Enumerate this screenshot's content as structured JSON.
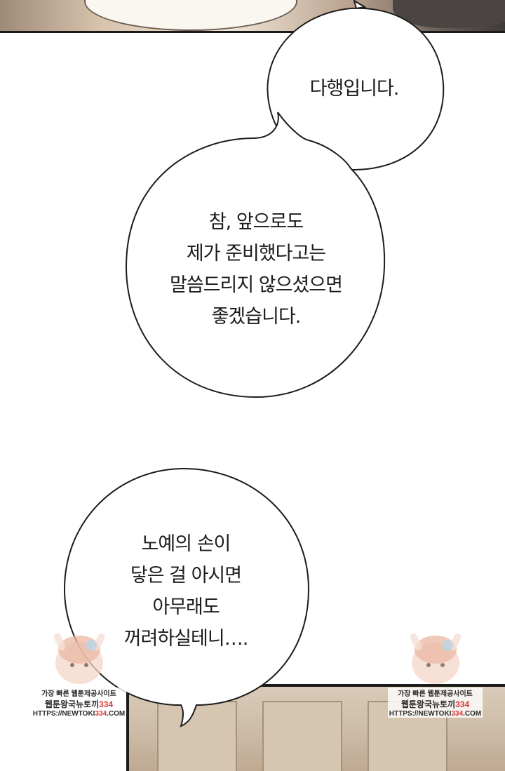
{
  "bubbles": {
    "b1": "다행입니다.",
    "b2": "참, 앞으로도\n제가 준비했다고는\n말씀드리지 않으셨으면\n좋겠습니다.",
    "b3": "노예의 손이\n닿은 걸 아시면\n아무래도\n꺼려하실테니…."
  },
  "watermark": {
    "line1": "가장 빠른 웹툰제공사이트",
    "line2_text": "웹툰왕국뉴토끼",
    "line2_num": "334",
    "line3_text": "HTTPS://NEWTOKI",
    "line3_num": "334",
    "line3_suffix": ".COM"
  },
  "colors": {
    "bubble_fill": "#ffffff",
    "bubble_outline": "#1c1c1c",
    "accent_red": "#d73a3a"
  }
}
